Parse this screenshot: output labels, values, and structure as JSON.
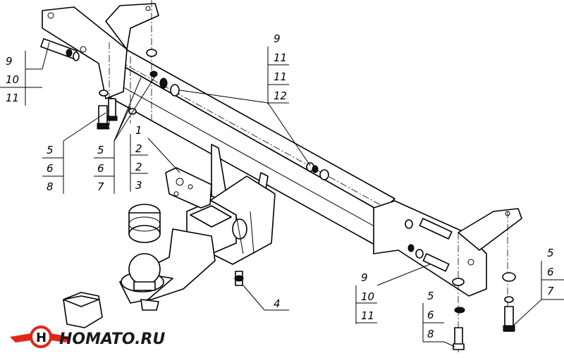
{
  "callouts": {
    "left_top": [
      "9",
      "10",
      "11"
    ],
    "left_mid_a": [
      "5",
      "6",
      "8"
    ],
    "left_mid_b": [
      "5",
      "6",
      "7"
    ],
    "center_top": [
      "1",
      "2",
      "2",
      "3"
    ],
    "top_right": [
      "9",
      "11",
      "11",
      "12"
    ],
    "ball_bolt": [
      "4"
    ],
    "right_lower": [
      "9",
      "10",
      "11"
    ],
    "right_bottom": [
      "5",
      "6",
      "8"
    ],
    "far_right": [
      "5",
      "6",
      "7"
    ]
  },
  "logo": {
    "letter": "H",
    "text": "HOMATO.RU",
    "accent_color": "#e0261b"
  },
  "colors": {
    "line": "#000000",
    "background": "#ffffff"
  }
}
